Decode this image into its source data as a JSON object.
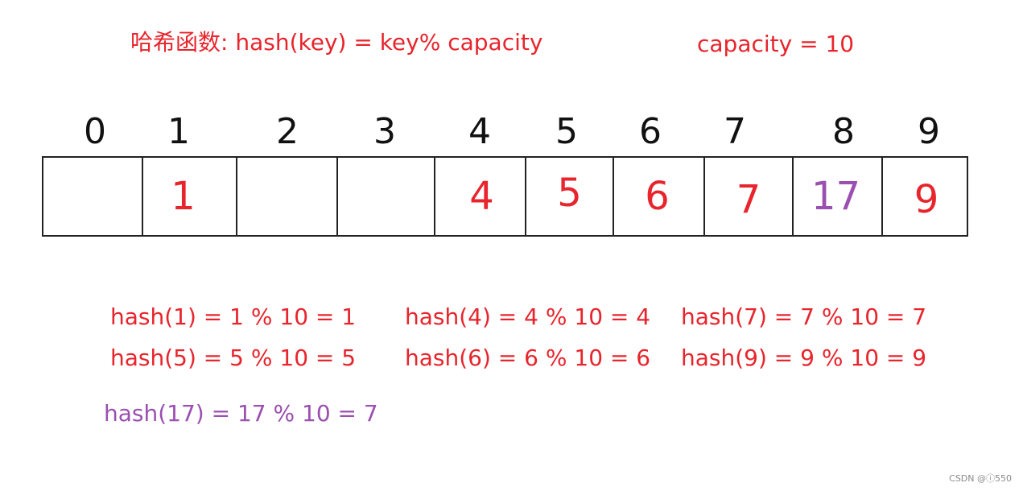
{
  "title": {
    "hash_function": "哈希函数:  hash(key) = key% capacity",
    "capacity": "capacity = 10"
  },
  "colors": {
    "red": "#e8242c",
    "purple": "#9b4fb0",
    "border": "#222222"
  },
  "indices": [
    "0",
    "1",
    "2",
    "3",
    "4",
    "5",
    "6",
    "7",
    "8",
    "9"
  ],
  "cells": [
    {
      "value": "",
      "color": "red"
    },
    {
      "value": "1",
      "color": "red"
    },
    {
      "value": "",
      "color": "red"
    },
    {
      "value": "",
      "color": "red"
    },
    {
      "value": "4",
      "color": "red"
    },
    {
      "value": "5",
      "color": "red"
    },
    {
      "value": "6",
      "color": "red"
    },
    {
      "value": "7",
      "color": "red"
    },
    {
      "value": "17",
      "color": "purple"
    },
    {
      "value": "9",
      "color": "red"
    }
  ],
  "calculations": [
    {
      "text": "hash(1) = 1 % 10 = 1",
      "color": "red"
    },
    {
      "text": "hash(4) = 4 % 10 = 4",
      "color": "red"
    },
    {
      "text": "hash(7) = 7 % 10 = 7",
      "color": "red"
    },
    {
      "text": "hash(5) = 5 % 10 = 5",
      "color": "red"
    },
    {
      "text": "hash(6) = 6 % 10 = 6",
      "color": "red"
    },
    {
      "text": "hash(9) = 9 % 10 = 9",
      "color": "red"
    },
    {
      "text": "hash(17) = 17 % 10 = 7",
      "color": "purple"
    }
  ],
  "watermark": "CSDN @ⓘ550"
}
